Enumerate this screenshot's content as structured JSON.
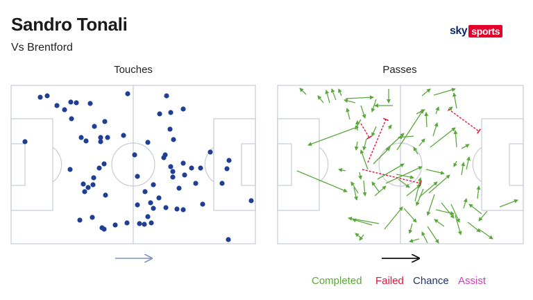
{
  "header": {
    "title": "Sandro Tonali",
    "subtitle": "Vs Brentford",
    "logo_sky": "sky",
    "logo_sports": "sports"
  },
  "touches_pitch": {
    "label": "Touches",
    "points": [
      [
        58,
        140
      ],
      [
        68,
        138
      ],
      [
        82,
        152
      ],
      [
        93,
        158
      ],
      [
        102,
        147
      ],
      [
        110,
        148
      ],
      [
        130,
        149
      ],
      [
        103,
        171
      ],
      [
        184,
        135
      ],
      [
        240,
        138
      ],
      [
        264,
        157
      ],
      [
        230,
        164
      ],
      [
        246,
        162
      ],
      [
        151,
        175
      ],
      [
        117,
        198
      ],
      [
        124,
        203
      ],
      [
        145,
        198
      ],
      [
        155,
        198
      ],
      [
        145,
        204
      ],
      [
        136,
        182
      ],
      [
        178,
        195
      ],
      [
        245,
        186
      ],
      [
        250,
        201
      ],
      [
        213,
        205
      ],
      [
        36,
        204
      ],
      [
        194,
        223
      ],
      [
        238,
        223
      ],
      [
        236,
        227
      ],
      [
        246,
        240
      ],
      [
        264,
        235
      ],
      [
        150,
        236
      ],
      [
        143,
        242
      ],
      [
        101,
        244
      ],
      [
        120,
        265
      ],
      [
        127,
        270
      ],
      [
        135,
        256
      ],
      [
        134,
        266
      ],
      [
        122,
        276
      ],
      [
        152,
        281
      ],
      [
        198,
        254
      ],
      [
        249,
        247
      ],
      [
        249,
        255
      ],
      [
        276,
        242
      ],
      [
        289,
        242
      ],
      [
        266,
        252
      ],
      [
        303,
        219
      ],
      [
        330,
        231
      ],
      [
        327,
        243
      ],
      [
        282,
        264
      ],
      [
        320,
        264
      ],
      [
        221,
        266
      ],
      [
        209,
        276
      ],
      [
        229,
        285
      ],
      [
        258,
        271
      ],
      [
        198,
        295
      ],
      [
        217,
        292
      ],
      [
        221,
        300
      ],
      [
        255,
        301
      ],
      [
        264,
        302
      ],
      [
        292,
        294
      ],
      [
        239,
        299
      ],
      [
        213,
        312
      ],
      [
        201,
        322
      ],
      [
        208,
        323
      ],
      [
        218,
        321
      ],
      [
        183,
        321
      ],
      [
        166,
        324
      ],
      [
        150,
        330
      ],
      [
        147,
        328
      ],
      [
        133,
        313
      ],
      [
        115,
        317
      ],
      [
        362,
        289
      ],
      [
        329,
        345
      ]
    ],
    "direction": "left-to-right"
  },
  "passes_pitch": {
    "label": "Passes",
    "direction": "left-to-right",
    "completed": [
      [
        441,
        136,
        432,
        127
      ],
      [
        466,
        148,
        458,
        138
      ],
      [
        475,
        148,
        470,
        130
      ],
      [
        484,
        144,
        478,
        128
      ],
      [
        492,
        138,
        488,
        128
      ],
      [
        512,
        148,
        496,
        144
      ],
      [
        498,
        142,
        538,
        140
      ],
      [
        542,
        143,
        536,
        161
      ],
      [
        566,
        152,
        540,
        152
      ],
      [
        560,
        128,
        560,
        148
      ],
      [
        608,
        138,
        620,
        128
      ],
      [
        625,
        137,
        656,
        128
      ],
      [
        520,
        152,
        526,
        170
      ],
      [
        520,
        172,
        512,
        186
      ],
      [
        504,
        172,
        500,
        156
      ],
      [
        515,
        188,
        515,
        174
      ],
      [
        512,
        184,
        444,
        209
      ],
      [
        542,
        182,
        536,
        196
      ],
      [
        560,
        186,
        564,
        180
      ],
      [
        600,
        164,
        612,
        158
      ],
      [
        596,
        196,
        574,
        198
      ],
      [
        615,
        183,
        614,
        162
      ],
      [
        624,
        196,
        630,
        177
      ],
      [
        628,
        164,
        632,
        154
      ],
      [
        645,
        160,
        652,
        154
      ],
      [
        658,
        156,
        654,
        134
      ],
      [
        658,
        212,
        656,
        188
      ],
      [
        620,
        212,
        656,
        184
      ],
      [
        665,
        214,
        676,
        208
      ],
      [
        658,
        232,
        654,
        240
      ],
      [
        672,
        244,
        676,
        226
      ],
      [
        665,
        252,
        668,
        234
      ],
      [
        614,
        244,
        640,
        250
      ],
      [
        602,
        222,
        596,
        212
      ],
      [
        604,
        210,
        612,
        200
      ],
      [
        572,
        216,
        610,
        158
      ],
      [
        538,
        236,
        562,
        212
      ],
      [
        556,
        216,
        582,
        192
      ],
      [
        528,
        200,
        524,
        216
      ],
      [
        515,
        204,
        513,
        216
      ],
      [
        518,
        248,
        520,
        258
      ],
      [
        498,
        246,
        488,
        244
      ],
      [
        530,
        244,
        520,
        216
      ],
      [
        524,
        260,
        526,
        282
      ],
      [
        516,
        278,
        506,
        262
      ],
      [
        510,
        270,
        514,
        288
      ],
      [
        428,
        246,
        500,
        276
      ],
      [
        546,
        276,
        536,
        262
      ],
      [
        540,
        282,
        556,
        268
      ],
      [
        556,
        264,
        608,
        240
      ],
      [
        544,
        258,
        582,
        236
      ],
      [
        571,
        251,
        596,
        256
      ],
      [
        574,
        258,
        590,
        270
      ],
      [
        586,
        282,
        606,
        266
      ],
      [
        618,
        278,
        648,
        252
      ],
      [
        604,
        284,
        630,
        262
      ],
      [
        598,
        290,
        606,
        256
      ],
      [
        610,
        272,
        600,
        296
      ],
      [
        582,
        300,
        600,
        320
      ],
      [
        626,
        280,
        616,
        310
      ],
      [
        636,
        292,
        654,
        314
      ],
      [
        628,
        302,
        654,
        308
      ],
      [
        650,
        294,
        662,
        320
      ],
      [
        656,
        310,
        664,
        338
      ],
      [
        668,
        300,
        672,
        286
      ],
      [
        688,
        286,
        690,
        268
      ],
      [
        694,
        308,
        676,
        294
      ],
      [
        702,
        304,
        690,
        318
      ],
      [
        674,
        320,
        692,
        334
      ],
      [
        690,
        330,
        710,
        344
      ],
      [
        640,
        326,
        626,
        316
      ],
      [
        616,
        326,
        632,
        350
      ],
      [
        604,
        344,
        590,
        348
      ],
      [
        616,
        350,
        608,
        334
      ],
      [
        594,
        322,
        590,
        336
      ],
      [
        554,
        330,
        580,
        298
      ],
      [
        546,
        322,
        502,
        314
      ],
      [
        536,
        324,
        508,
        316
      ],
      [
        524,
        338,
        518,
        346
      ],
      [
        522,
        344,
        512,
        336
      ],
      [
        720,
        298,
        746,
        288
      ]
    ],
    "failed": [
      [
        520,
        178,
        532,
        198
      ],
      [
        530,
        234,
        556,
        172
      ],
      [
        522,
        244,
        606,
        264
      ],
      [
        646,
        157,
        690,
        189
      ]
    ]
  },
  "legend": {
    "completed": "Completed",
    "failed": "Failed",
    "chance": "Chance",
    "assist": "Assist"
  },
  "colors": {
    "completed": "#5aa83c",
    "failed": "#d7193c",
    "chance": "#22336b",
    "assist": "#d33bb8",
    "touch": "#1f3f94",
    "pitch_line": "#c6ccd6",
    "arrow_touches": "#7d93b8",
    "arrow_passes": "#111111"
  }
}
